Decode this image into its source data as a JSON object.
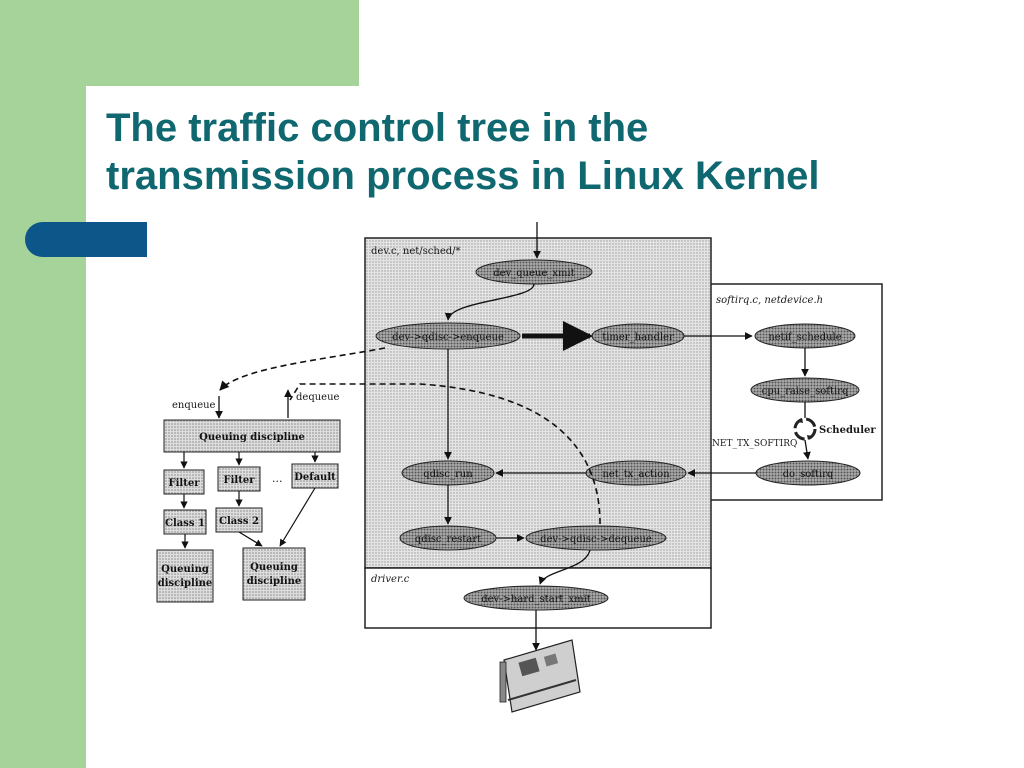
{
  "slide": {
    "title_line1": "The traffic control tree in the",
    "title_line2": "transmission process in Linux Kernel"
  },
  "colors": {
    "green": "#a6d39a",
    "title": "#0f6770",
    "accent_pill": "#0d5689"
  },
  "diagram": {
    "regions": {
      "dev": "dev.c, net/sched/*",
      "softirq": "softirq.c, netdevice.h",
      "driver": "driver.c"
    },
    "nodes": {
      "dev_queue_xmit": "dev_queue_xmit",
      "qdisc_enqueue": "dev->qdisc->enqueue",
      "timer_handler": "timer_handler",
      "netif_schedule": "netif_schedule",
      "raise_softirq": "cpu_raise_softirq",
      "do_softirq": "do_softirq",
      "net_tx_action": "net_tx_action",
      "qdisc_run": "qdisc_run",
      "qdisc_restart": "qdisc_restart",
      "qdisc_dequeue": "dev->qdisc->dequeue",
      "hard_start_xmit": "dev->hard_start_xmit"
    },
    "labels": {
      "enqueue": "enqueue",
      "dequeue": "dequeue",
      "net_tx_softirq": "NET_TX_SOFTIRQ",
      "scheduler": "Scheduler",
      "ellipsis": "..."
    },
    "tree": {
      "root": "Queuing discipline",
      "filter1": "Filter",
      "filter2": "Filter",
      "default": "Default",
      "class1": "Class 1",
      "class2": "Class 2",
      "qdisc_leaf_line1": "Queuing",
      "qdisc_leaf_line2": "discipline"
    }
  }
}
